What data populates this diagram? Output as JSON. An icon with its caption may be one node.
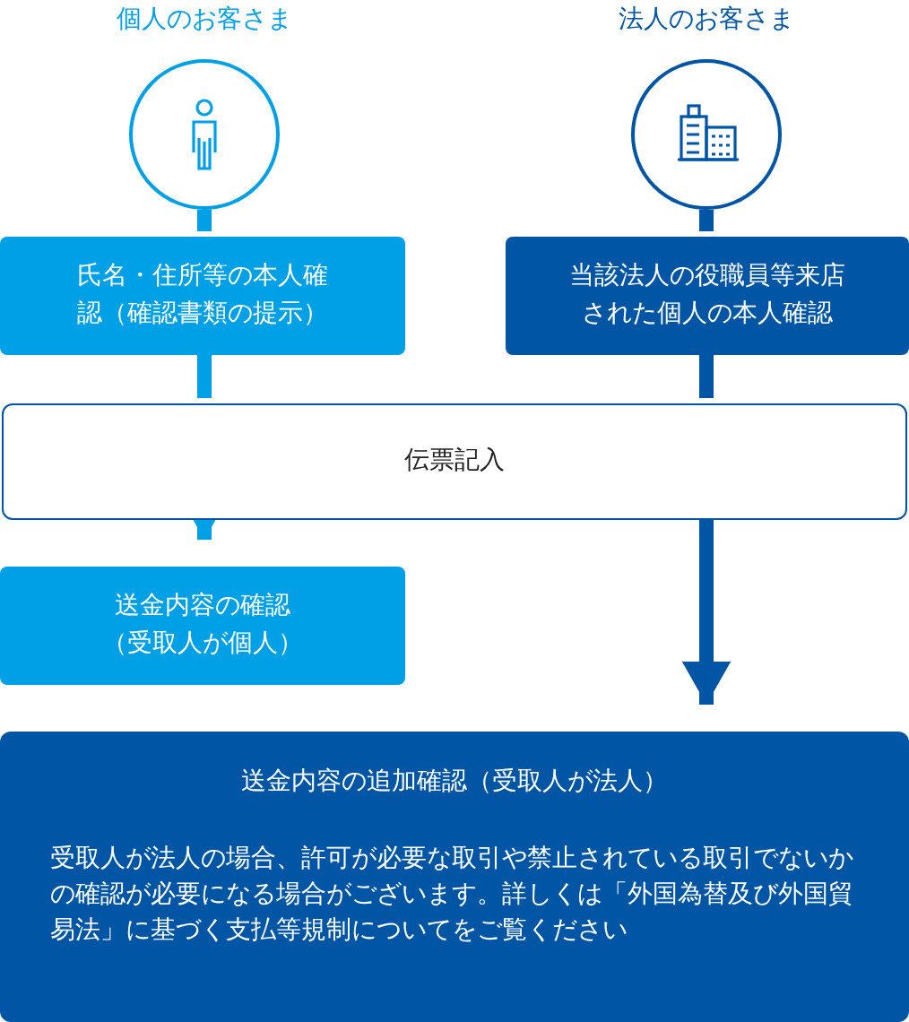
{
  "diagram": {
    "nodes": [
      {
        "text": [
          "個人のお客さま"
        ]
      },
      {
        "text": [
          "法人のお客さま"
        ]
      },
      {
        "text": [
          "氏名・住所等の本人確認（確認書類の提示）"
        ]
      },
      {
        "text": [
          "当該法人の役職員等来店された個人の本人確認"
        ]
      },
      {
        "text": [
          "伝票記入"
        ]
      },
      {
        "text": [
          "送金内容の確認（受取人が個人）"
        ]
      },
      {
        "text": [
          "送金内容の追加確認（受取人が法人）",
          "受取人が法人の場合、許可が必要な取引や禁止されている取引でないかの確認が必要になる場合がございます。詳しくは「外国為替及び外国貿易法」に基づく支払等規制についてをご覧ください"
        ]
      }
    ],
    "edges": [
      {
        "from": 0,
        "to": 2,
        "arrow": "none"
      },
      {
        "from": 1,
        "to": 3,
        "arrow": "none",
        "color": "#0055a5"
      },
      {
        "from": 2,
        "to": 4,
        "arrow": "none"
      },
      {
        "from": 3,
        "to": 4,
        "arrow": "none",
        "color": "#0055a5"
      },
      {
        "from": 4,
        "to": 5,
        "arrow": "to"
      },
      {
        "from": 4,
        "to": 6,
        "arrow": "to",
        "color": "#0055a5"
      }
    ]
  }
}
